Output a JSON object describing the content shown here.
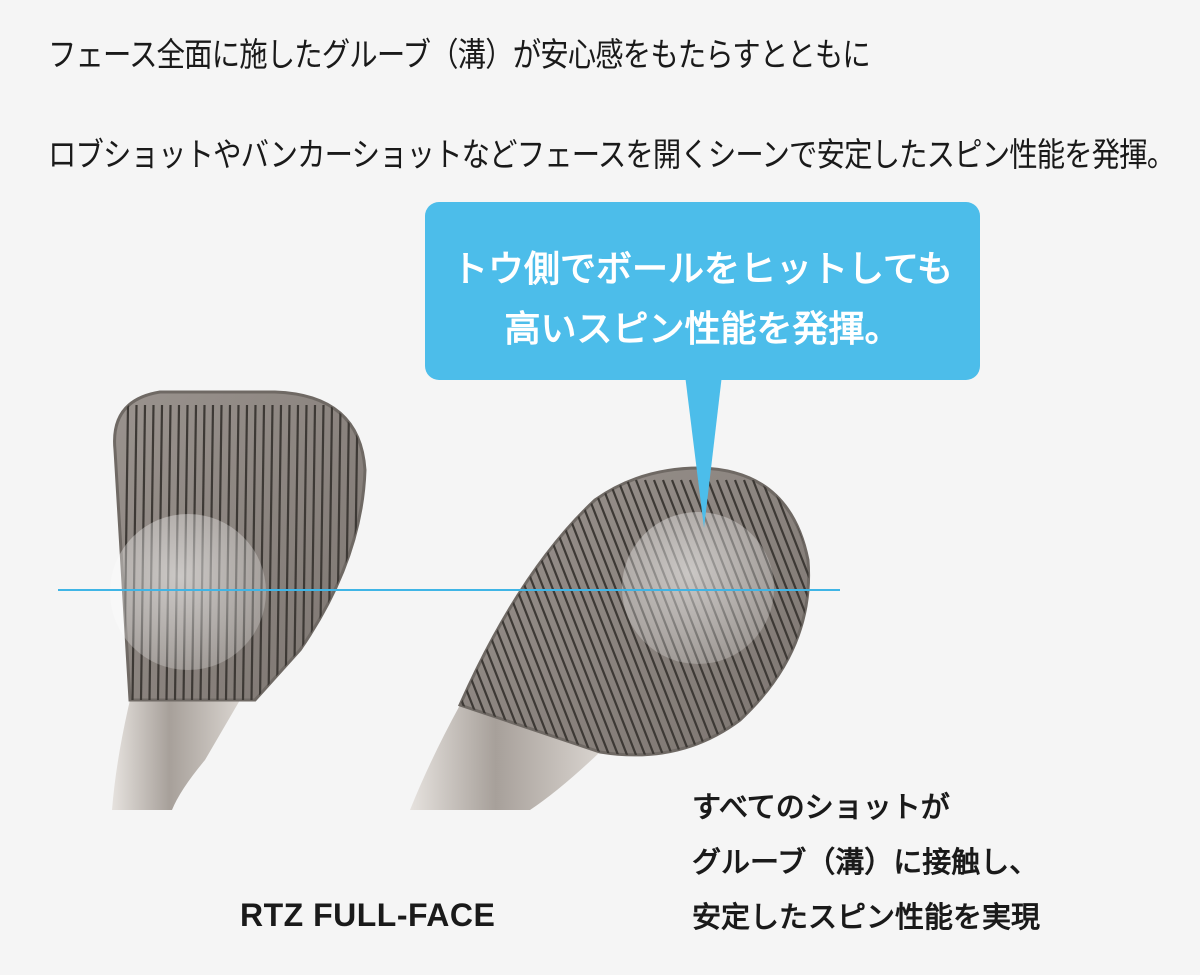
{
  "headline": {
    "line1": "フェース全面に施したグルーブ（溝）が安心感をもたらすとともに",
    "line2": "ロブショットやバンカーショットなどフェースを開くシーンで安定したスピン性能を発揮。"
  },
  "callout": {
    "line1": "トウ側でボールをヒットしても",
    "line2": "高いスピン性能を発揮。"
  },
  "product_name": "RTZ FULL-FACE",
  "note": {
    "line1": "すべてのショットが",
    "line2": "グルーブ（溝）に接触し、",
    "line3": "安定したスピン性能を実現"
  },
  "colors": {
    "accent": "#4cbdea",
    "guide_line": "#3fb5e6",
    "face": "#8c8580",
    "background": "#f5f5f5"
  }
}
